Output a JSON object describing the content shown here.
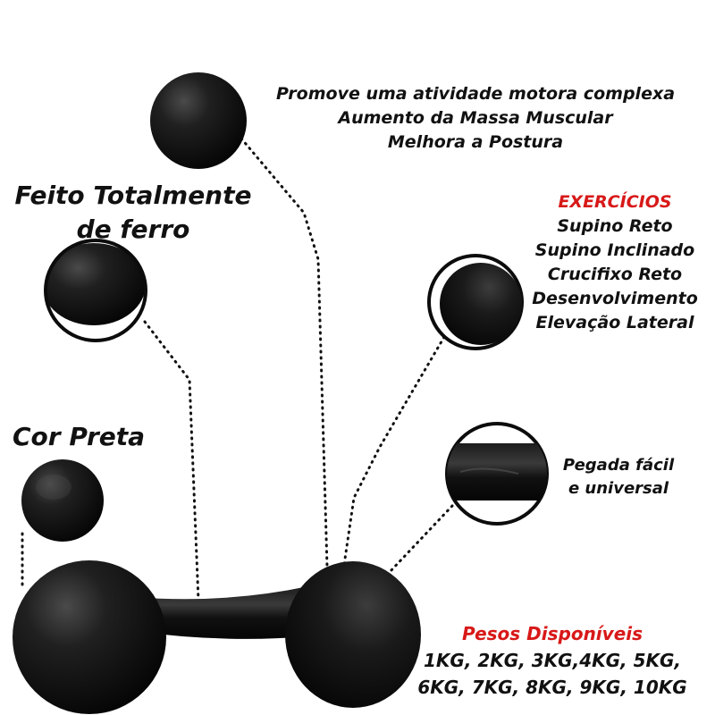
{
  "benefits": {
    "lines": [
      "Promove uma atividade motora complexa",
      "Aumento da Massa Muscular",
      "Melhora a Postura"
    ]
  },
  "material": {
    "lines": [
      "Feito Totalmente",
      "de ferro"
    ]
  },
  "exercises": {
    "heading": "EXERCÍCIOS",
    "items": [
      "Supino Reto",
      "Supino Inclinado",
      "Crucifixo Reto",
      "Desenvolvimento",
      "Elevação Lateral"
    ]
  },
  "color": {
    "label": "Cor Preta"
  },
  "grip": {
    "lines": [
      "Pegada fácil",
      "e universal"
    ]
  },
  "weights": {
    "heading": "Pesos Disponíveis",
    "lines": [
      "1KG, 2KG, 3KG,4KG, 5KG,",
      "6KG, 7KG, 8KG, 9KG, 10KG"
    ]
  },
  "colors": {
    "text": "#111111",
    "accent_red": "#d81818",
    "iron": "#141414"
  },
  "icons": {
    "product": "dumbbell",
    "callouts": [
      "zoom-circle-ball-top",
      "zoom-circle-iron",
      "zoom-circle-ball-right",
      "zoom-circle-color",
      "zoom-circle-handle"
    ]
  }
}
